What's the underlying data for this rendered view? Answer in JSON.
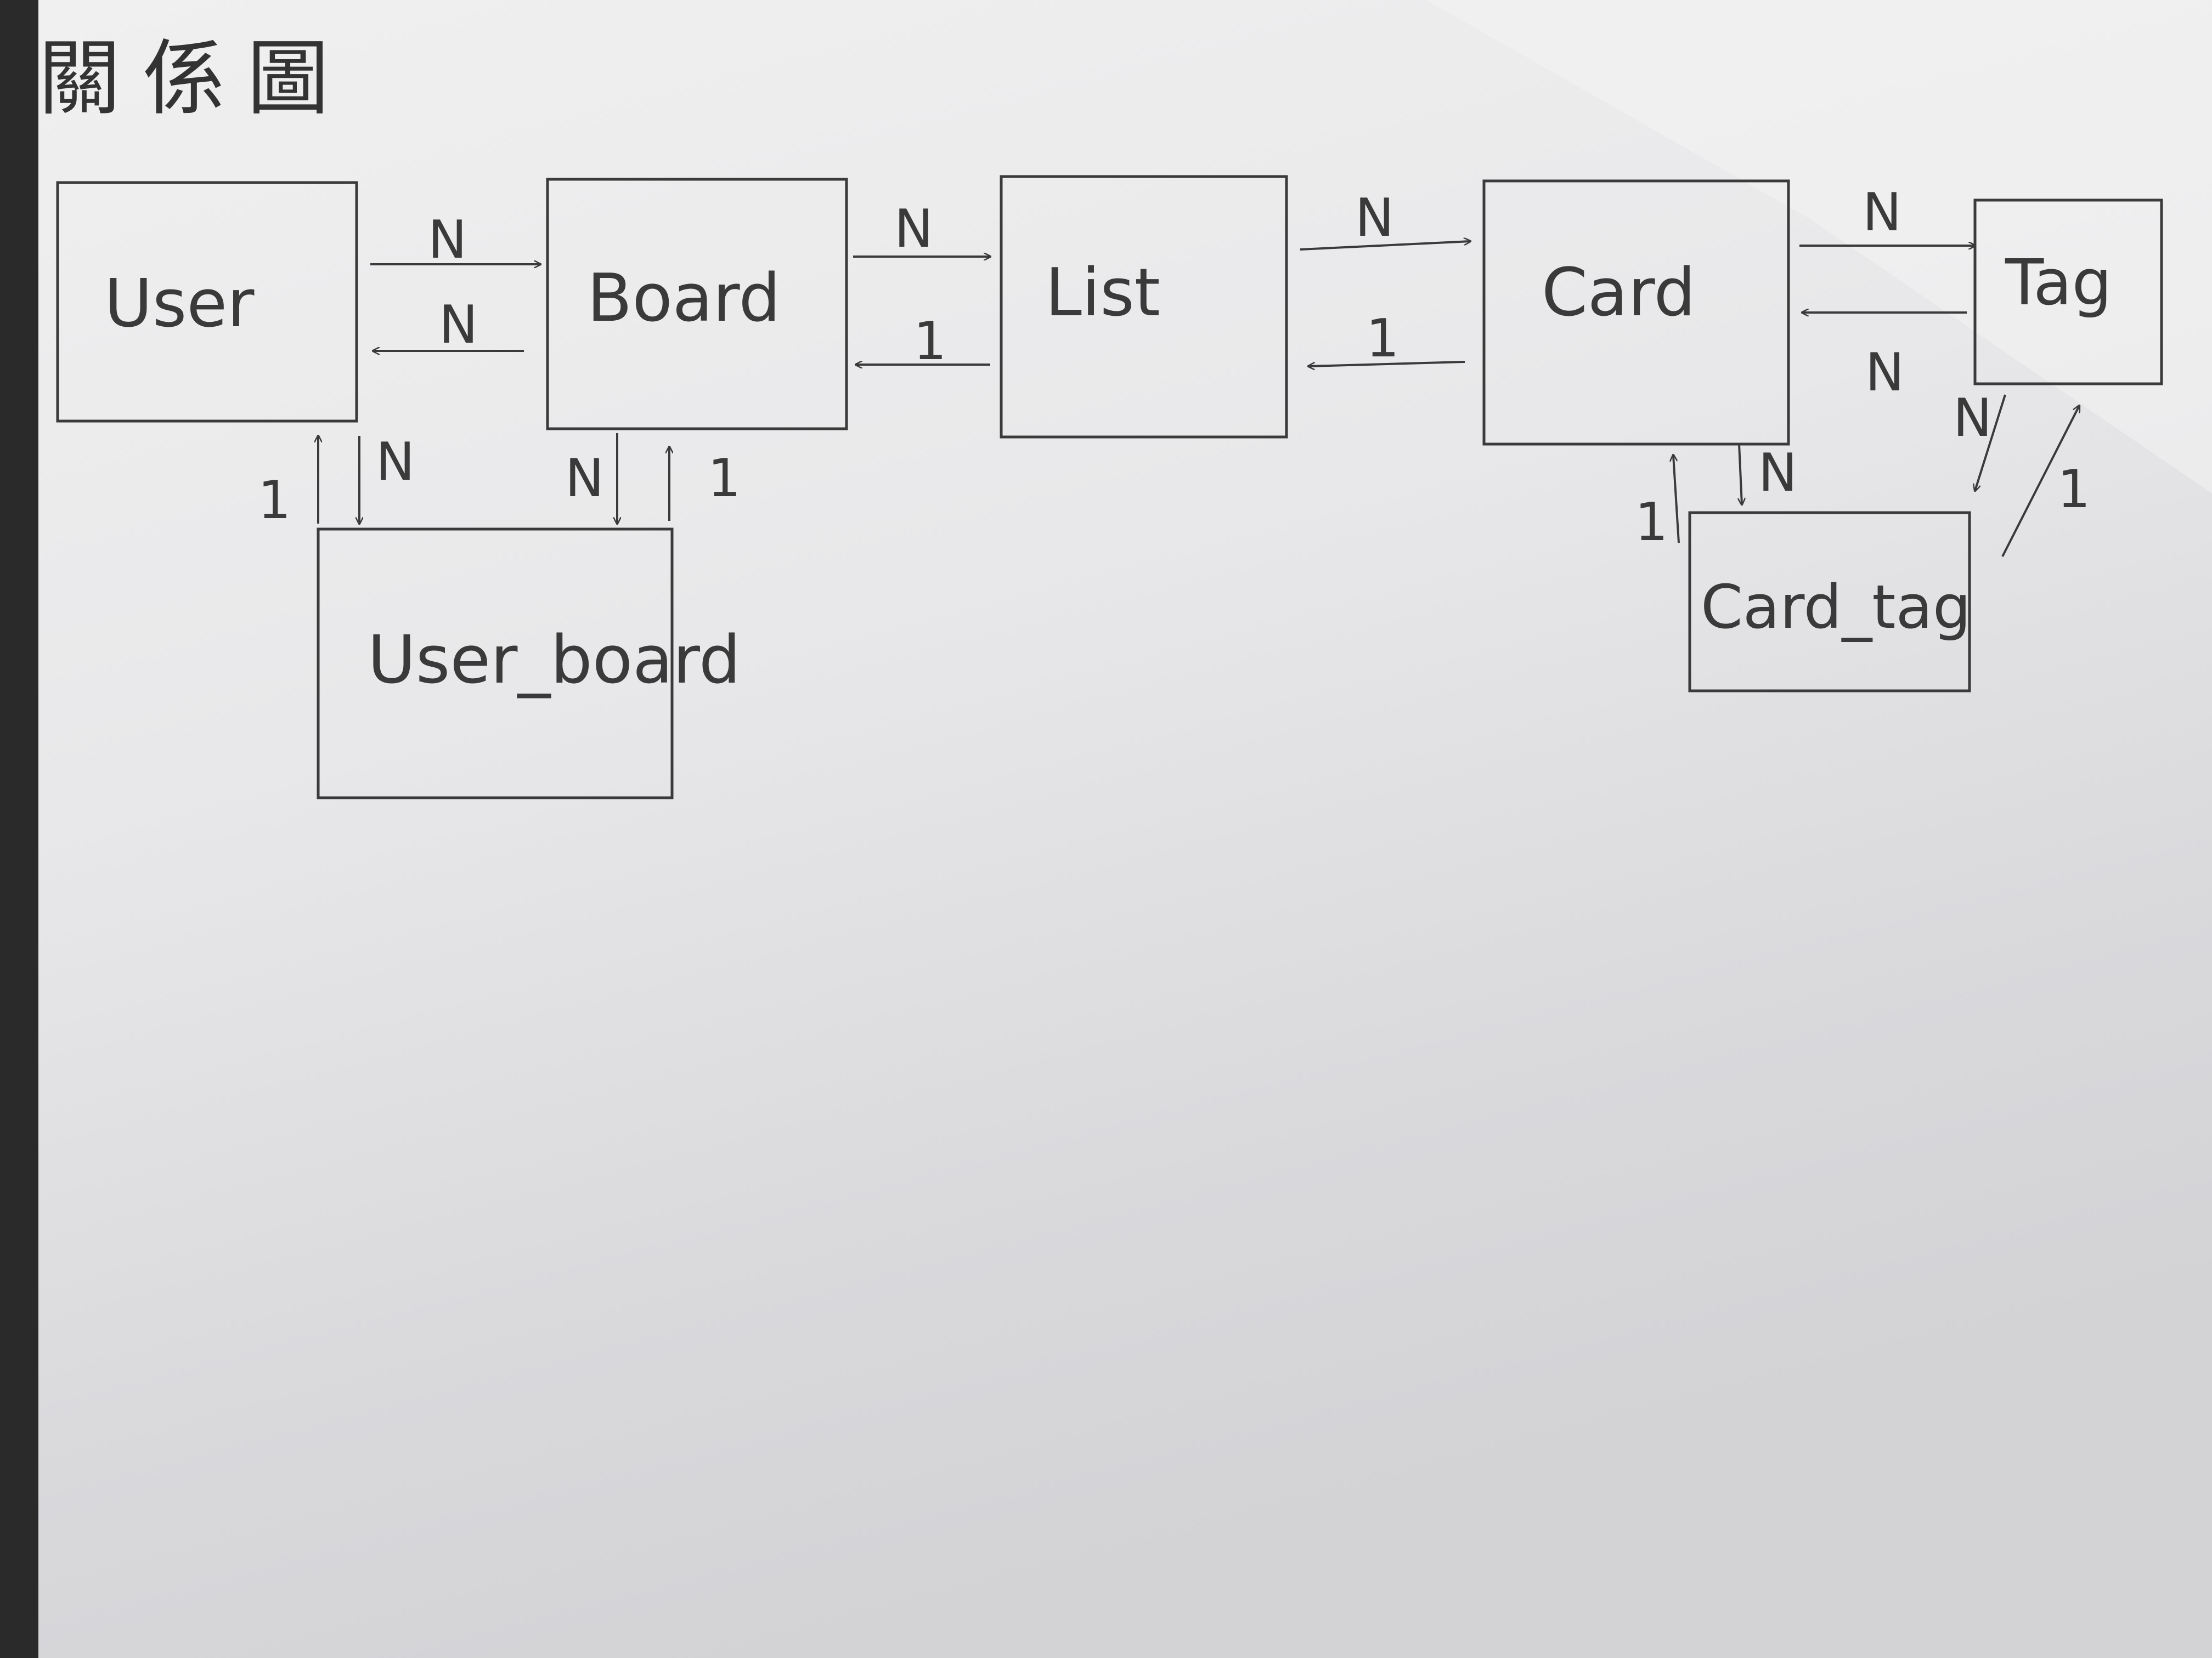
{
  "title": "關係圖",
  "entities": [
    {
      "id": "user",
      "label": "User"
    },
    {
      "id": "board",
      "label": "Board"
    },
    {
      "id": "list",
      "label": "List"
    },
    {
      "id": "card",
      "label": "Card"
    },
    {
      "id": "tag",
      "label": "Tag"
    },
    {
      "id": "user_board",
      "label": "User_board"
    },
    {
      "id": "card_tag",
      "label": "Card_tag"
    }
  ],
  "relations": [
    {
      "from": "user",
      "to": "board",
      "label": "N"
    },
    {
      "from": "board",
      "to": "user",
      "label": "N"
    },
    {
      "from": "board",
      "to": "list",
      "label": "N"
    },
    {
      "from": "list",
      "to": "board",
      "label": "1"
    },
    {
      "from": "list",
      "to": "card",
      "label": "N"
    },
    {
      "from": "card",
      "to": "list",
      "label": "1"
    },
    {
      "from": "card",
      "to": "tag",
      "label": "N"
    },
    {
      "from": "tag",
      "to": "card",
      "label": "N"
    },
    {
      "from": "user_board",
      "to": "user",
      "label": "1"
    },
    {
      "from": "user",
      "to": "user_board",
      "label": "N"
    },
    {
      "from": "board",
      "to": "user_board",
      "label": "N"
    },
    {
      "from": "user_board",
      "to": "board",
      "label": "1"
    },
    {
      "from": "card_tag",
      "to": "card",
      "label": "1"
    },
    {
      "from": "card",
      "to": "card_tag",
      "label": "N"
    },
    {
      "from": "tag",
      "to": "card_tag",
      "label": "N"
    },
    {
      "from": "card_tag",
      "to": "tag",
      "label": "1"
    }
  ],
  "colors": {
    "paper": "#ececec",
    "paper_shadow": "#d6d6d8",
    "ink": "#3a3a3a"
  }
}
